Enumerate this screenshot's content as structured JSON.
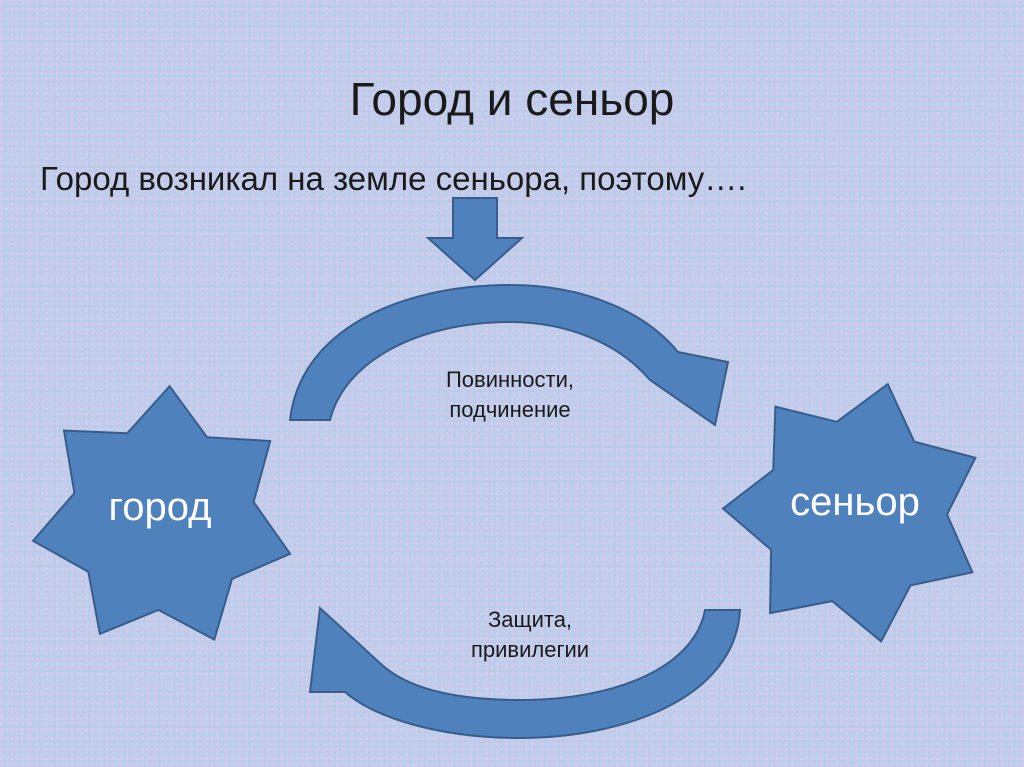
{
  "slide": {
    "title": "Город и сеньор",
    "subtitle": "Город возникал на земле сеньора, поэтому…."
  },
  "diagram": {
    "left_node": "город",
    "right_node": "сеньор",
    "top_arrow_label": [
      "Повинности,",
      "подчинение"
    ],
    "bottom_arrow_label": [
      "Защита,",
      "привилегии"
    ]
  },
  "colors": {
    "shape_fill": "#4f81bd",
    "shape_stroke": "#385d8a"
  }
}
